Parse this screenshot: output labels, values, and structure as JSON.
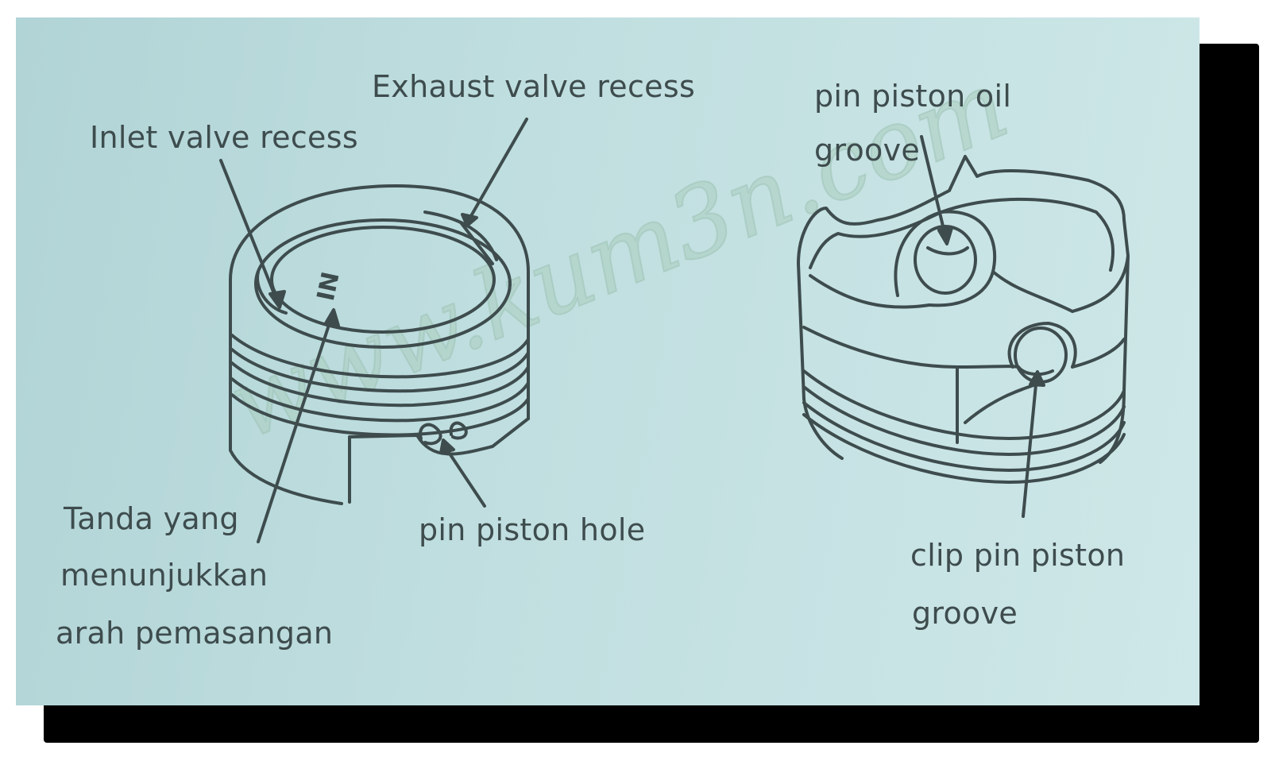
{
  "colors": {
    "background": "#c1dfe0",
    "ink": "#3e4c4e",
    "shadow": "#000000",
    "watermark": "#aacdbe"
  },
  "piston_mark": "IN",
  "labels": {
    "exhaust_valve_recess": "Exhaust valve recess",
    "inlet_valve_recess": "Inlet valve recess",
    "tanda_line1": "Tanda yang",
    "tanda_line2": "menunjukkan",
    "tanda_line3": "arah pemasangan",
    "pin_piston_hole": "pin piston hole",
    "pin_oil_line1": "pin piston oil",
    "pin_oil_line2": "groove",
    "clip_line1": "clip pin piston",
    "clip_line2": "groove"
  },
  "watermark": "www.kum3n.com"
}
